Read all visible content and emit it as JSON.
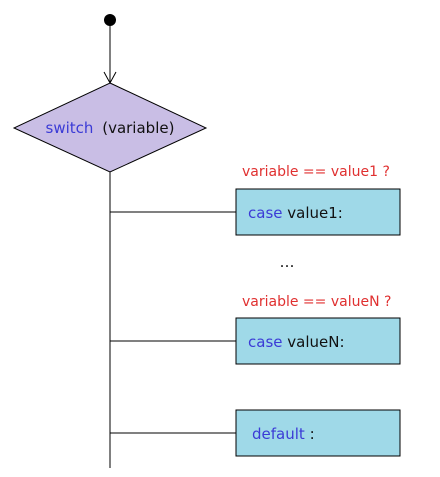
{
  "switch_node": {
    "keyword": "switch",
    "argument": "(variable)"
  },
  "cases": [
    {
      "condition": "variable == value1 ?",
      "keyword": "case",
      "label": " value1:"
    },
    {
      "condition": "variable == valueN ?",
      "keyword": "case",
      "label": " valueN:"
    }
  ],
  "ellipsis": "…",
  "default_case": {
    "keyword": "default",
    "label": ":"
  },
  "colors": {
    "diamond_fill": "#c9bee5",
    "box_fill": "#9fd9e8",
    "keyword": "#3b3bd6",
    "condition": "#e03030",
    "line": "#000000"
  }
}
